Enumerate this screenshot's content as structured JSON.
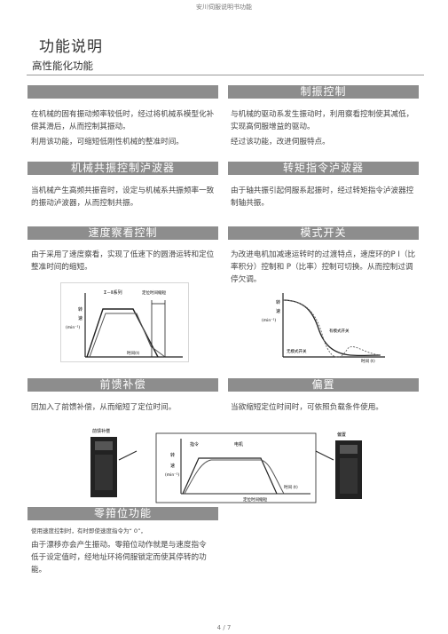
{
  "header": {
    "running_title": "安川伺服说明书功能"
  },
  "page": {
    "title": "功能说明",
    "subtitle": "高性能化功能",
    "page_number": "4 / 7"
  },
  "sections": {
    "s1": {
      "heading": "",
      "p1": "在机械的固有振动频率较低时，经过将机械系模型化补偿其滑后，从而控制其振动。",
      "p2": "利用该功能，可缩短低刚性机械的整准时间。"
    },
    "s2": {
      "heading": "制振控制",
      "p1": "与机械的驱动系发生振动时，利用察看控制使其减低，实现高伺服增益的驱动。",
      "p2": "经过该功能，改进伺服特点。"
    },
    "s3": {
      "heading": "机械共振控制泸波器",
      "p1": "当机械产生高频共振音时，设定与机械系共振频率一致的振动泸波器，从而控制共振。"
    },
    "s4": {
      "heading": "转矩指令泸波器",
      "p1": "由于轴共振引起伺服系起振时，经过转矩指令泸波器控制轴共振。"
    },
    "s5": {
      "heading": "速度察看控制",
      "p1": "由于采用了速度察看，实现了低速下的圆滑运转和定位整准时间的缩短。"
    },
    "s6": {
      "heading": "模式开关",
      "p1": "为改进电机加减速运转时的过渡特点，速度环的P I（比率积分）控制和 P（比率）控制可切换。从而控制过调停欠调。"
    },
    "s7": {
      "heading": "前馈补偿",
      "p1": "因加入了前馈补偿，从而缩短了定位时间。"
    },
    "s8": {
      "heading": "偏置",
      "p1": "当欲缩短定位时间时，可依照负载条件使用。"
    },
    "s9": {
      "heading": "零箝位功能",
      "p_small": "使用速度控制时，有时即使速度指令为“                0”，",
      "p1": "由于漂移亦会产生振动。零箝位动作就是与速度指令低于设定值时，经地址环将伺服锁定而使其停转的功能。"
    }
  },
  "figures": {
    "fig1": {
      "legend": "Σ－Ⅱ系列",
      "caption_top": "定位时间缩短",
      "ylabel1": "转",
      "ylabel2": "速",
      "yunit": "(min⁻¹)",
      "xlabel": "时间(t)"
    },
    "fig2": {
      "ylabel1": "转",
      "ylabel2": "速",
      "yunit": "(min⁻¹)",
      "legend": "有模式开关",
      "caption": "无模式开关",
      "xlabel": "时间 (t)"
    },
    "fig3": {
      "left_label": "前馈补偿",
      "right_label": "偏置",
      "cmd_label": "指令",
      "motor_label": "电机",
      "ylabel1": "转",
      "ylabel2": "速",
      "yunit": "(min⁻¹)",
      "xlabel": "时间 (t)",
      "caption": "定位时间缩短"
    }
  }
}
